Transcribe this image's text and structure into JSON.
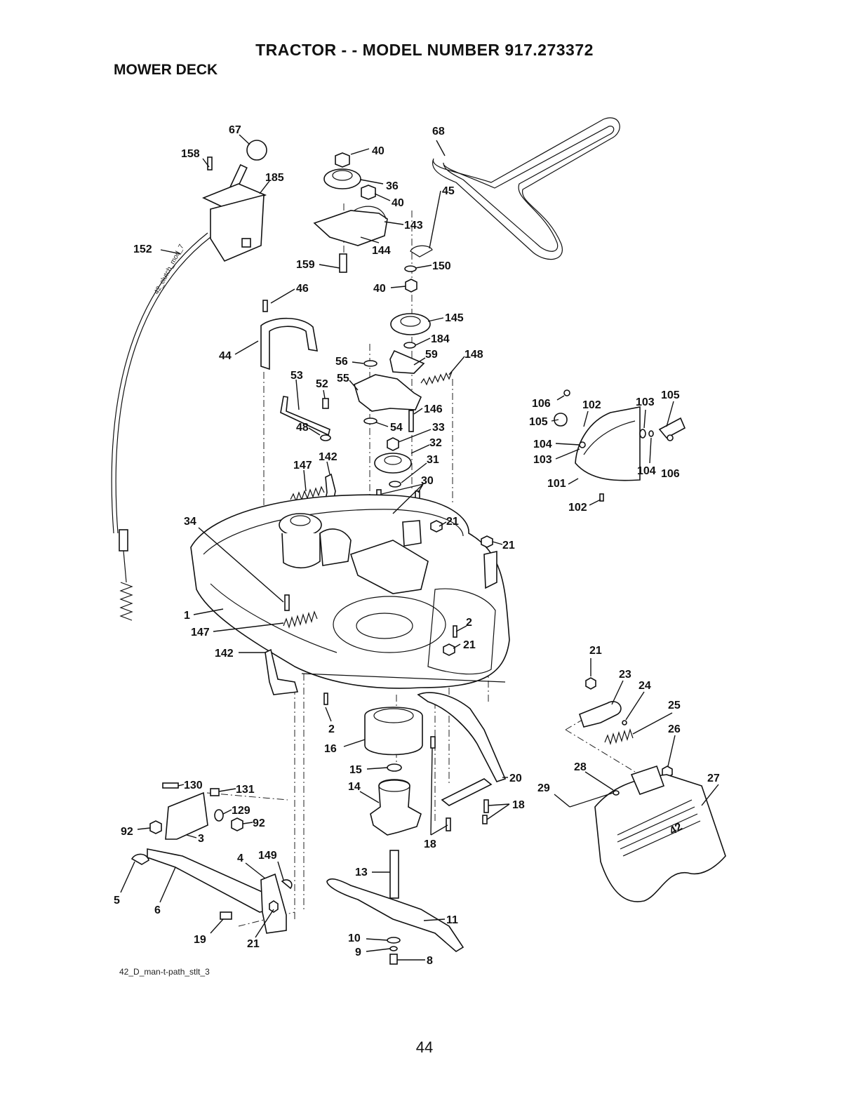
{
  "header": {
    "title": "TRACTOR - - MODEL NUMBER  917.273372",
    "section": "MOWER DECK"
  },
  "diagram": {
    "cable_text": "42_clutch_mod_7",
    "deck_badge": "42",
    "caption": "42_D_man-t-path_stlt_3",
    "callouts": [
      {
        "id": "c67",
        "text": "67"
      },
      {
        "id": "c158",
        "text": "158"
      },
      {
        "id": "c185",
        "text": "185"
      },
      {
        "id": "c152",
        "text": "152"
      },
      {
        "id": "c40a",
        "text": "40"
      },
      {
        "id": "c36",
        "text": "36"
      },
      {
        "id": "c40b",
        "text": "40"
      },
      {
        "id": "c143",
        "text": "143"
      },
      {
        "id": "c144",
        "text": "144"
      },
      {
        "id": "c45",
        "text": "45"
      },
      {
        "id": "c159",
        "text": "159"
      },
      {
        "id": "c150",
        "text": "150"
      },
      {
        "id": "c40c",
        "text": "40"
      },
      {
        "id": "c68",
        "text": "68"
      },
      {
        "id": "c46",
        "text": "46"
      },
      {
        "id": "c44",
        "text": "44"
      },
      {
        "id": "c145",
        "text": "145"
      },
      {
        "id": "c184",
        "text": "184"
      },
      {
        "id": "c56",
        "text": "56"
      },
      {
        "id": "c59",
        "text": "59"
      },
      {
        "id": "c148",
        "text": "148"
      },
      {
        "id": "c53",
        "text": "53"
      },
      {
        "id": "c52",
        "text": "52"
      },
      {
        "id": "c55",
        "text": "55"
      },
      {
        "id": "c146",
        "text": "146"
      },
      {
        "id": "c48",
        "text": "48"
      },
      {
        "id": "c54",
        "text": "54"
      },
      {
        "id": "c33",
        "text": "33"
      },
      {
        "id": "c32",
        "text": "32"
      },
      {
        "id": "c147a",
        "text": "147"
      },
      {
        "id": "c142a",
        "text": "142"
      },
      {
        "id": "c31",
        "text": "31"
      },
      {
        "id": "c30",
        "text": "30"
      },
      {
        "id": "c34",
        "text": "34"
      },
      {
        "id": "c21a",
        "text": "21"
      },
      {
        "id": "c21b",
        "text": "21"
      },
      {
        "id": "c106a",
        "text": "106"
      },
      {
        "id": "c102a",
        "text": "102"
      },
      {
        "id": "c103a",
        "text": "103"
      },
      {
        "id": "c105a",
        "text": "105"
      },
      {
        "id": "c105b",
        "text": "105"
      },
      {
        "id": "c104a",
        "text": "104"
      },
      {
        "id": "c103b",
        "text": "103"
      },
      {
        "id": "c104b",
        "text": "104"
      },
      {
        "id": "c106b",
        "text": "106"
      },
      {
        "id": "c101",
        "text": "101"
      },
      {
        "id": "c102b",
        "text": "102"
      },
      {
        "id": "c1",
        "text": "1"
      },
      {
        "id": "c147b",
        "text": "147"
      },
      {
        "id": "c2a",
        "text": "2"
      },
      {
        "id": "c21c",
        "text": "21"
      },
      {
        "id": "c142b",
        "text": "142"
      },
      {
        "id": "c2b",
        "text": "2"
      },
      {
        "id": "c21d",
        "text": "21"
      },
      {
        "id": "c23",
        "text": "23"
      },
      {
        "id": "c24",
        "text": "24"
      },
      {
        "id": "c25",
        "text": "25"
      },
      {
        "id": "c26",
        "text": "26"
      },
      {
        "id": "c16",
        "text": "16"
      },
      {
        "id": "c15",
        "text": "15"
      },
      {
        "id": "c14",
        "text": "14"
      },
      {
        "id": "c20",
        "text": "20"
      },
      {
        "id": "c28",
        "text": "28"
      },
      {
        "id": "c27",
        "text": "27"
      },
      {
        "id": "c29",
        "text": "29"
      },
      {
        "id": "c18a",
        "text": "18"
      },
      {
        "id": "c18b",
        "text": "18"
      },
      {
        "id": "c130",
        "text": "130"
      },
      {
        "id": "c131",
        "text": "131"
      },
      {
        "id": "c129",
        "text": "129"
      },
      {
        "id": "c92a",
        "text": "92"
      },
      {
        "id": "c92b",
        "text": "92"
      },
      {
        "id": "c3",
        "text": "3"
      },
      {
        "id": "c149",
        "text": "149"
      },
      {
        "id": "c4",
        "text": "4"
      },
      {
        "id": "c5",
        "text": "5"
      },
      {
        "id": "c6",
        "text": "6"
      },
      {
        "id": "c13",
        "text": "13"
      },
      {
        "id": "c11",
        "text": "11"
      },
      {
        "id": "c19",
        "text": "19"
      },
      {
        "id": "c21e",
        "text": "21"
      },
      {
        "id": "c10",
        "text": "10"
      },
      {
        "id": "c9",
        "text": "9"
      },
      {
        "id": "c8",
        "text": "8"
      }
    ]
  },
  "footer": {
    "page_number": "44"
  }
}
